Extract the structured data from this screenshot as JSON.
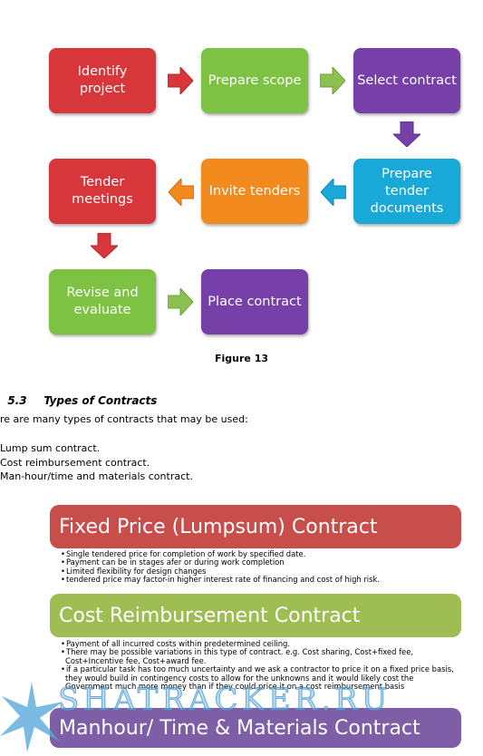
{
  "flowchart": {
    "steps": [
      {
        "label": "Identify\nproject",
        "color": "#d7363a"
      },
      {
        "label": "Prepare scope",
        "color": "#7dc243"
      },
      {
        "label": "Select contract",
        "color": "#7640a8"
      },
      {
        "label": "Prepare\ntender\ndocuments",
        "color": "#18a9d8"
      },
      {
        "label": "Invite tenders",
        "color": "#f28a1e"
      },
      {
        "label": "Tender\nmeetings",
        "color": "#d7363a"
      },
      {
        "label": "Revise and\nevaluate",
        "color": "#7dc243"
      },
      {
        "label": "Place contract",
        "color": "#7640a8"
      }
    ]
  },
  "figure_caption": "Figure 13",
  "section": {
    "number": "5.3",
    "title": "Types of Contracts"
  },
  "intro": "re are many types of contracts that may be used:",
  "contract_list": [
    "Lump sum contract.",
    "Cost reimbursement contract.",
    "Man-hour/time and materials contract."
  ],
  "banners": [
    {
      "title": "Fixed Price (Lumpsum) Contract",
      "color": "#c84e4c",
      "bullets": [
        "Single tendered price for completion of work by specified date.",
        "Payment can be in stages afer or during work completion",
        "Limited flexibility for design changes",
        "tendered price may factor-in higher interest rate of financing and cost of high risk."
      ]
    },
    {
      "title": "Cost Reimbursement Contract",
      "color": "#9ebd52",
      "bullets": [
        "Payment of all incurred costs within predetermined ceiling.",
        "There may be possible variations in this type of contract. e.g. Cost sharing, Cost+fixed fee, Cost+Incentive fee, Cost+award fee.",
        "if a particular task has too much uncertainty and we ask a contractor to price it on a fixed price basis, they would build in contingency costs to allow for the unknowns and it would likely cost the Government much more money than if they could price it on a cost reimbursement basis"
      ]
    },
    {
      "title": "Manhour/ Time & Materials Contract",
      "color": "#7e5ea6",
      "bullets": []
    }
  ],
  "watermark": {
    "text": "SHATRACKER.RU",
    "color": "#5aa9dc"
  }
}
